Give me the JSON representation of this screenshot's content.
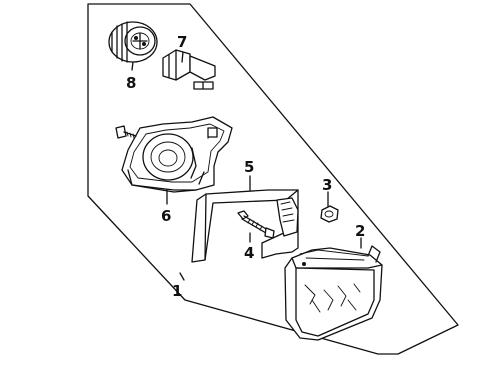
{
  "callouts": {
    "c1": "1",
    "c2": "2",
    "c3": "3",
    "c4": "4",
    "c5": "5",
    "c6": "6",
    "c7": "7",
    "c8": "8"
  },
  "parts": [
    {
      "id": "socket",
      "icon": "bulb-socket-icon"
    },
    {
      "id": "bulb",
      "icon": "halogen-bulb-icon"
    },
    {
      "id": "housing",
      "icon": "headlamp-housing-icon"
    },
    {
      "id": "screw",
      "icon": "screw-icon"
    },
    {
      "id": "trim",
      "icon": "trim-bracket-icon"
    },
    {
      "id": "bolt",
      "icon": "bolt-icon"
    },
    {
      "id": "clip",
      "icon": "retaining-clip-icon"
    },
    {
      "id": "lamp",
      "icon": "headlamp-assembly-icon"
    }
  ]
}
